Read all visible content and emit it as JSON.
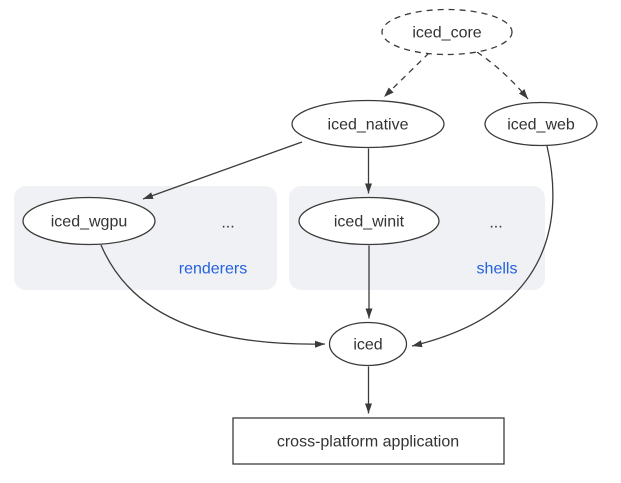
{
  "diagram": {
    "nodes": {
      "core": {
        "label": "iced_core"
      },
      "native": {
        "label": "iced_native"
      },
      "web": {
        "label": "iced_web"
      },
      "wgpu": {
        "label": "iced_wgpu"
      },
      "winit": {
        "label": "iced_winit"
      },
      "iced": {
        "label": "iced"
      },
      "app": {
        "label": "cross-platform application"
      }
    },
    "groups": {
      "renderers": {
        "label": "renderers",
        "more": "..."
      },
      "shells": {
        "label": "shells",
        "more": "..."
      }
    },
    "edges": [
      {
        "from": "iced_core",
        "to": "iced_native",
        "style": "dashed"
      },
      {
        "from": "iced_core",
        "to": "iced_web",
        "style": "dashed"
      },
      {
        "from": "iced_native",
        "to": "iced_wgpu",
        "style": "solid"
      },
      {
        "from": "iced_native",
        "to": "iced_winit",
        "style": "solid"
      },
      {
        "from": "iced_wgpu",
        "to": "iced",
        "style": "solid"
      },
      {
        "from": "iced_winit",
        "to": "iced",
        "style": "solid"
      },
      {
        "from": "iced_web",
        "to": "iced",
        "style": "solid"
      },
      {
        "from": "iced",
        "to": "cross-platform application",
        "style": "solid"
      }
    ],
    "colors": {
      "accent_label": "#2361dd",
      "group_background": "#f0f1f4",
      "stroke": "#3b3b3b"
    }
  }
}
